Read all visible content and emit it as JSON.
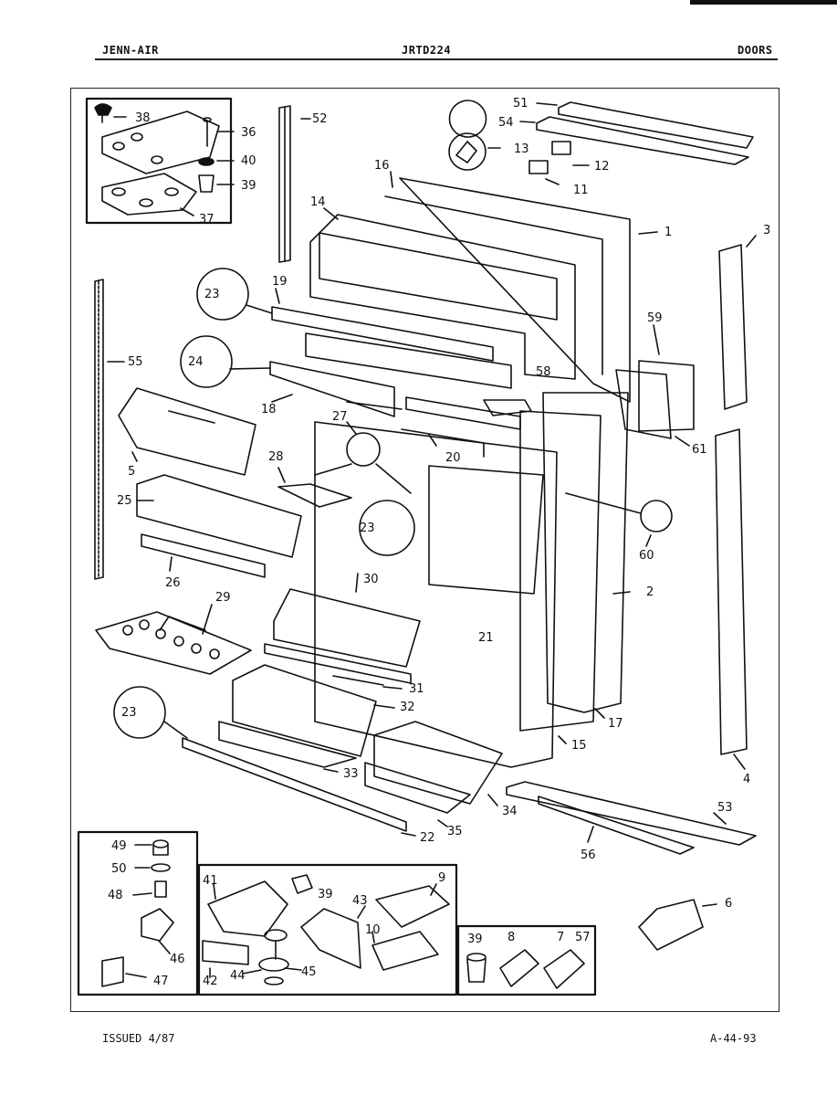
{
  "header": {
    "brand": "JENN-AIR",
    "model": "JRTD224",
    "section": "DOORS"
  },
  "footer": {
    "issued": "ISSUED 4/87",
    "code": "A-44-93"
  },
  "callouts": {
    "c1": "1",
    "c2": "2",
    "c3": "3",
    "c4": "4",
    "c5": "5",
    "c6": "6",
    "c7": "7",
    "c8": "8",
    "c9": "9",
    "c10": "10",
    "c11": "11",
    "c12": "12",
    "c13": "13",
    "c14": "14",
    "c15": "15",
    "c16": "16",
    "c17": "17",
    "c18": "18",
    "c19": "19",
    "c20": "20",
    "c21": "21",
    "c22": "22",
    "c23": "23",
    "c24": "24",
    "c25": "25",
    "c26": "26",
    "c27": "27",
    "c28": "28",
    "c29": "29",
    "c30": "30",
    "c31": "31",
    "c32": "32",
    "c33": "33",
    "c34": "34",
    "c35": "35",
    "c36": "36",
    "c37": "37",
    "c38": "38",
    "c39": "39",
    "c40": "40",
    "c41": "41",
    "c42": "42",
    "c43": "43",
    "c44": "44",
    "c45": "45",
    "c46": "46",
    "c47": "47",
    "c48": "48",
    "c49": "49",
    "c50": "50",
    "c51": "51",
    "c52": "52",
    "c53": "53",
    "c54": "54",
    "c55": "55",
    "c56": "56",
    "c57": "57",
    "c58": "58",
    "c59": "59",
    "c60": "60",
    "c61": "61"
  }
}
